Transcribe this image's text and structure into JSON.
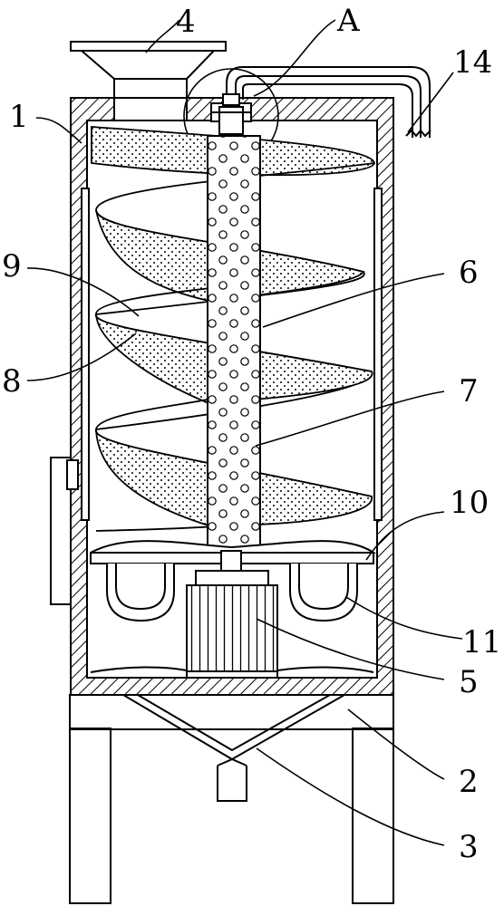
{
  "figure": {
    "labels": [
      "1",
      "2",
      "3",
      "4",
      "5",
      "6",
      "7",
      "8",
      "9",
      "10",
      "11",
      "14",
      "A"
    ]
  }
}
